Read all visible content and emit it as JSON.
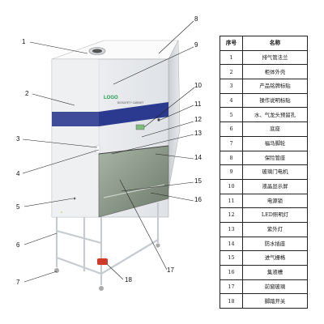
{
  "diagram": {
    "brand_logo_text": "LOGO",
    "panel_text": "BIOSAFETY CABINET"
  },
  "callouts": [
    "1",
    "2",
    "3",
    "4",
    "5",
    "6",
    "7",
    "8",
    "9",
    "10",
    "11",
    "12",
    "13",
    "14",
    "15",
    "16",
    "17",
    "18"
  ],
  "legend": {
    "headers": {
      "number": "序号",
      "name": "名称"
    },
    "rows": [
      {
        "number": "1",
        "name": "排气管法兰"
      },
      {
        "number": "2",
        "name": "柜体外壳"
      },
      {
        "number": "3",
        "name": "产品铭牌标贴"
      },
      {
        "number": "4",
        "name": "操作说明标贴"
      },
      {
        "number": "5",
        "name": "水、气龙头预留孔"
      },
      {
        "number": "6",
        "name": "底座"
      },
      {
        "number": "7",
        "name": "福马脚轮"
      },
      {
        "number": "8",
        "name": "保险管座"
      },
      {
        "number": "9",
        "name": "玻璃门电机"
      },
      {
        "number": "10",
        "name": "液晶显示屏"
      },
      {
        "number": "11",
        "name": "电源锁"
      },
      {
        "number": "12",
        "name": "LED照明灯"
      },
      {
        "number": "13",
        "name": "紫外灯"
      },
      {
        "number": "14",
        "name": "防水插座"
      },
      {
        "number": "15",
        "name": "进气栅格"
      },
      {
        "number": "16",
        "name": "集液槽"
      },
      {
        "number": "17",
        "name": "前窗玻璃"
      },
      {
        "number": "18",
        "name": "脚踏开关"
      }
    ]
  },
  "colors": {
    "accent_blue": "#2b3a8f",
    "brand_green": "#1f9b4b",
    "glass": "#8f9c8c"
  }
}
